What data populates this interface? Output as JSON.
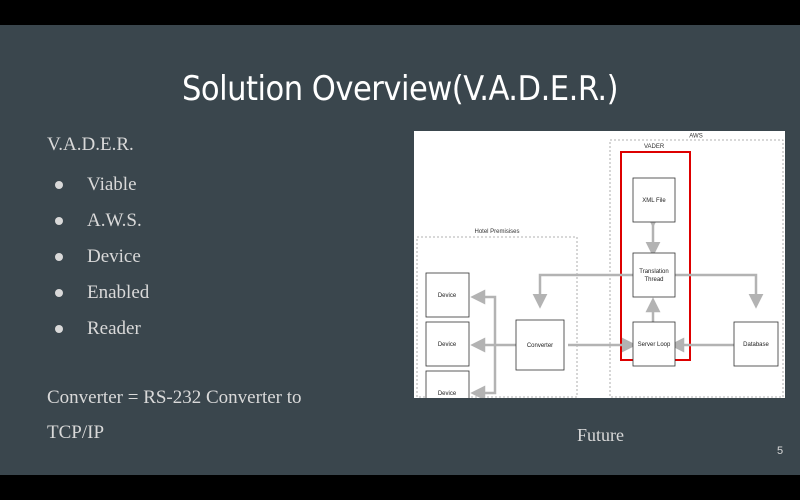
{
  "slide": {
    "title": "Solution Overview(V.A.D.E.R.)",
    "heading": "V.A.D.E.R.",
    "bullets": [
      "Viable",
      "A.W.S.",
      "Device",
      "Enabled",
      "Reader"
    ],
    "note": "Converter = RS-232 Converter to TCP/IP",
    "caption": "Future",
    "page_number": "5"
  },
  "diagram": {
    "aws_label": "AWS",
    "vader_label": "VADER",
    "hotel_label": "Hotel Premisises",
    "device_label": "Device",
    "converter_label": "Converter",
    "xml_label": "XML File",
    "translation_label_1": "Translation",
    "translation_label_2": "Thread",
    "server_loop_label": "Server Loop",
    "database_label": "Database",
    "colors": {
      "highlight": "#dd0000",
      "arrow": "#b3b3b3",
      "box": "#333333"
    }
  }
}
